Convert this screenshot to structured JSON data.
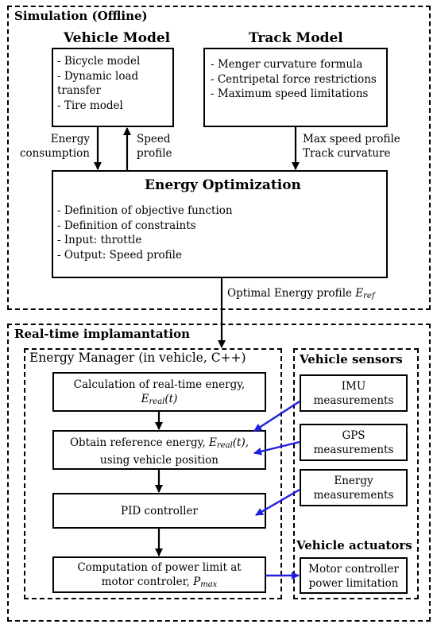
{
  "simulation": {
    "title": "Simulation (Offline)",
    "vehicle_model": {
      "title": "Vehicle Model",
      "items": [
        "- Bicycle model",
        "- Dynamic load",
        "transfer",
        "- Tire model"
      ]
    },
    "track_model": {
      "title": "Track Model",
      "items": [
        "- Menger curvature formula",
        "- Centripetal force restrictions",
        "- Maximum speed limitations"
      ]
    },
    "labels": {
      "energy_consumption": [
        "Energy",
        "consumption"
      ],
      "speed_profile": [
        "Speed",
        "profile"
      ],
      "max_speed_profile": [
        "Max speed profile",
        "Track curvature"
      ]
    },
    "energy_optimization": {
      "title": "Energy Optimization",
      "items": [
        "- Definition of objective function",
        "- Definition of constraints",
        "- Input: throttle",
        "- Output: Speed profile"
      ]
    },
    "optimal_label": "Optimal Energy profile ",
    "optimal_symbol": "E",
    "optimal_sub": "ref"
  },
  "realtime": {
    "title": "Real-time implamantation",
    "energy_manager": {
      "title": "Energy Manager (in vehicle, C++)",
      "calc_line1": "Calculation of real-time energy,",
      "calc_symbol": "E",
      "calc_sub": "real",
      "calc_arg": "(t)",
      "obtain_line1": "Obtain reference energy, ",
      "obtain_symbol": "E",
      "obtain_sub": "real",
      "obtain_arg": "(t),",
      "obtain_line2": "using vehicle position",
      "pid": "PID controller",
      "power_line1": "Computation of power limit at",
      "power_line2": "motor controler, ",
      "power_symbol": "P",
      "power_sub": "max"
    },
    "sensors": {
      "title": "Vehicle sensors",
      "imu": [
        "IMU",
        "measurements"
      ],
      "gps": [
        "GPS",
        "measurements"
      ],
      "energy": [
        "Energy",
        "measurements"
      ]
    },
    "actuators": {
      "title": "Vehicle actuators",
      "motor": [
        "Motor controller",
        "power limitation"
      ]
    }
  },
  "colors": {
    "line": "#000000",
    "sensor_arrow": "#1f1fe0"
  }
}
